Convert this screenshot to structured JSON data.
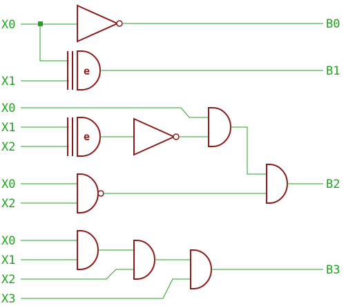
{
  "diagram": {
    "inputs": [
      {
        "id": "in-x0-a",
        "label": "X0"
      },
      {
        "id": "in-x1-a",
        "label": "X1"
      },
      {
        "id": "in-x0-b",
        "label": "X0"
      },
      {
        "id": "in-x1-b",
        "label": "X1"
      },
      {
        "id": "in-x2-b",
        "label": "X2"
      },
      {
        "id": "in-x0-c",
        "label": "X0"
      },
      {
        "id": "in-x2-c",
        "label": "X2"
      },
      {
        "id": "in-x0-d",
        "label": "X0"
      },
      {
        "id": "in-x1-d",
        "label": "X1"
      },
      {
        "id": "in-x2-d",
        "label": "X2"
      },
      {
        "id": "in-x3-d",
        "label": "X3"
      }
    ],
    "outputs": [
      {
        "id": "out-b0",
        "label": "B0"
      },
      {
        "id": "out-b1",
        "label": "B1"
      },
      {
        "id": "out-b2",
        "label": "B2"
      },
      {
        "id": "out-b3",
        "label": "B3"
      }
    ],
    "gate_labels": {
      "xor_symbol": "e"
    },
    "colors": {
      "wire": "#22a022",
      "gate": "#8b1a1a",
      "junction": "#22a022",
      "background": "#ffffff"
    }
  }
}
